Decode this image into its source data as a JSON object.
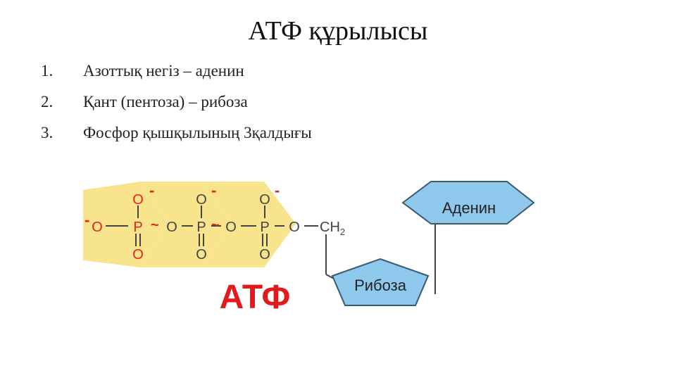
{
  "slide": {
    "title": "АТФ құрылысы",
    "items": [
      {
        "num": "1.",
        "text": "Азоттық негіз  – аденин"
      },
      {
        "num": "2.",
        "text": "Қант (пентоза) – рибоза"
      },
      {
        "num": "3.",
        "text": "Фосфор қышқылының 3қалдығы"
      }
    ]
  },
  "diagram": {
    "molecule_label": "АТФ",
    "base_label": "Аденин",
    "sugar_label": "Рибоза",
    "atoms": {
      "oxygen": "O",
      "phosphorus": "P",
      "ch2": "CH",
      "ch2_sub": "2",
      "charge": "-",
      "bond_tilde": "~"
    },
    "colors": {
      "phosphate_bg": "#f8e48c",
      "atom_red": "#e52222",
      "label_red": "#e11b1b",
      "hexagon_fill": "#8ec8ec",
      "bond": "#444444"
    }
  }
}
